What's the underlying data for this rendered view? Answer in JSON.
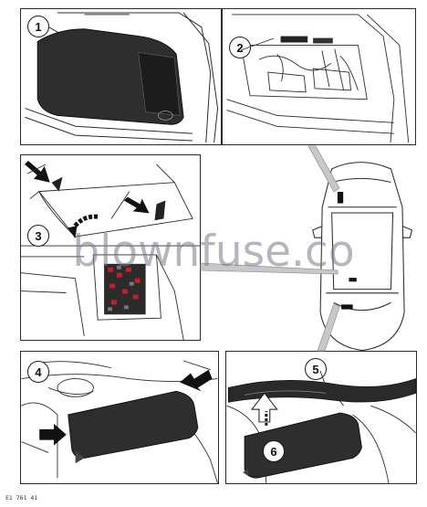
{
  "callouts": {
    "c1": "1",
    "c2": "2",
    "c3": "3",
    "c4": "4",
    "c5": "5",
    "c6": "6"
  },
  "watermark": "blownfuse.co",
  "figure_id": "E1 761 41",
  "colors": {
    "line": "#2b2b2b",
    "cover_fill": "#2e2e2e",
    "fuse_red": "#c0202a",
    "watermark": "#7878a0"
  }
}
